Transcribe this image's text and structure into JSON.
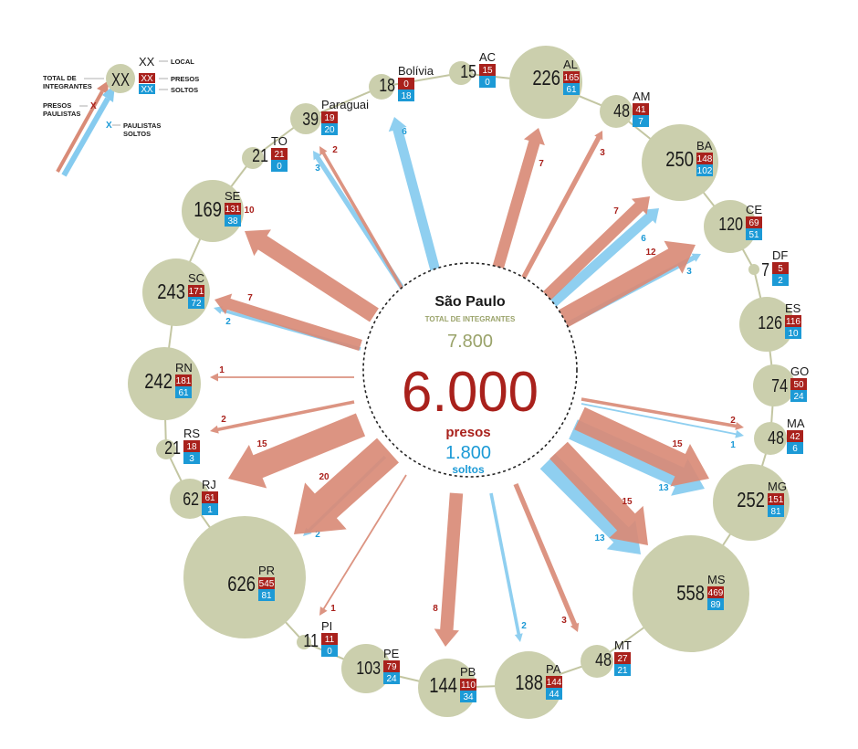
{
  "colors": {
    "circle": "#cbcfad",
    "ring": "#c3c6a2",
    "presos_box": "#a9211c",
    "soltos_box": "#1c9ad6",
    "presos_arrow": "#d98b77",
    "soltos_arrow": "#86cbef",
    "presos_text": "#a9211c",
    "soltos_text": "#1c9ad6",
    "total_text": "#9aa36a"
  },
  "legend": {
    "total_value": "XX",
    "total_label_1": "TOTAL DE",
    "total_label_2": "INTEGRANTES",
    "local_value": "XX",
    "local_label": "LOCAL",
    "presos_value": "XX",
    "presos_label": "PRESOS",
    "soltos_value": "XX",
    "soltos_label": "SOLTOS",
    "presos_paulistas_value": "X",
    "presos_paulistas_label_1": "PRESOS",
    "presos_paulistas_label_2": "PAULISTAS",
    "soltos_paulistas_value": "X",
    "soltos_paulistas_label_1": "PAULISTAS",
    "soltos_paulistas_label_2": "SOLTOS"
  },
  "center": {
    "title": "São Paulo",
    "total_label": "TOTAL DE INTEGRANTES",
    "total": "7.800",
    "presos": "6.000",
    "presos_label": "presos",
    "soltos": "1.800",
    "soltos_label": "soltos"
  },
  "locations": [
    {
      "code": "TO",
      "total": "21",
      "presos": "21",
      "soltos": "0"
    },
    {
      "code": "Paraguai",
      "total": "39",
      "presos": "19",
      "soltos": "20"
    },
    {
      "code": "Bolívia",
      "total": "18",
      "presos": "0",
      "soltos": "18"
    },
    {
      "code": "AC",
      "total": "15",
      "presos": "15",
      "soltos": "0"
    },
    {
      "code": "AL",
      "total": "226",
      "presos": "165",
      "soltos": "61"
    },
    {
      "code": "AM",
      "total": "48",
      "presos": "41",
      "soltos": "7"
    },
    {
      "code": "BA",
      "total": "250",
      "presos": "148",
      "soltos": "102"
    },
    {
      "code": "CE",
      "total": "120",
      "presos": "69",
      "soltos": "51"
    },
    {
      "code": "DF",
      "total": "7",
      "presos": "5",
      "soltos": "2"
    },
    {
      "code": "ES",
      "total": "126",
      "presos": "116",
      "soltos": "10"
    },
    {
      "code": "GO",
      "total": "74",
      "presos": "50",
      "soltos": "24"
    },
    {
      "code": "MA",
      "total": "48",
      "presos": "42",
      "soltos": "6"
    },
    {
      "code": "MG",
      "total": "252",
      "presos": "151",
      "soltos": "81"
    },
    {
      "code": "MS",
      "total": "558",
      "presos": "469",
      "soltos": "89"
    },
    {
      "code": "MT",
      "total": "48",
      "presos": "27",
      "soltos": "21"
    },
    {
      "code": "PA",
      "total": "188",
      "presos": "144",
      "soltos": "44"
    },
    {
      "code": "PB",
      "total": "144",
      "presos": "110",
      "soltos": "34"
    },
    {
      "code": "PE",
      "total": "103",
      "presos": "79",
      "soltos": "24"
    },
    {
      "code": "PI",
      "total": "11",
      "presos": "11",
      "soltos": "0"
    },
    {
      "code": "PR",
      "total": "626",
      "presos": "545",
      "soltos": "81"
    },
    {
      "code": "RJ",
      "total": "62",
      "presos": "61",
      "soltos": "1"
    },
    {
      "code": "RS",
      "total": "21",
      "presos": "18",
      "soltos": "3"
    },
    {
      "code": "RN",
      "total": "242",
      "presos": "181",
      "soltos": "61"
    },
    {
      "code": "SC",
      "total": "243",
      "presos": "171",
      "soltos": "72"
    },
    {
      "code": "SE",
      "total": "169",
      "presos": "131",
      "soltos": "38"
    }
  ],
  "flows": [
    {
      "target": "Paraguai",
      "presos": 2,
      "soltos": 3
    },
    {
      "target": "Bolívia",
      "presos": 0,
      "soltos": 6
    },
    {
      "target": "AL",
      "presos": 7,
      "soltos": 0
    },
    {
      "target": "AM",
      "presos": 3,
      "soltos": 0
    },
    {
      "target": "BA",
      "presos": 7,
      "soltos": 6
    },
    {
      "target": "CE",
      "presos": 12,
      "soltos": 3
    },
    {
      "target": "MA",
      "presos": 2,
      "soltos": 1
    },
    {
      "target": "MG",
      "presos": 15,
      "soltos": 13
    },
    {
      "target": "MS",
      "presos": 15,
      "soltos": 13
    },
    {
      "target": "MT",
      "presos": 3,
      "soltos": 0
    },
    {
      "target": "PA",
      "presos": 0,
      "soltos": 2
    },
    {
      "target": "PB",
      "presos": 8,
      "soltos": 0
    },
    {
      "target": "PI",
      "presos": 1,
      "soltos": 0
    },
    {
      "target": "PR",
      "presos": 20,
      "soltos": 2
    },
    {
      "target": "RJ",
      "presos": 15,
      "soltos": 0
    },
    {
      "target": "RS",
      "presos": 2,
      "soltos": 0
    },
    {
      "target": "RN",
      "presos": 1,
      "soltos": 0
    },
    {
      "target": "SC",
      "presos": 7,
      "soltos": 2
    },
    {
      "target": "SE",
      "presos": 10,
      "soltos": 0
    }
  ]
}
